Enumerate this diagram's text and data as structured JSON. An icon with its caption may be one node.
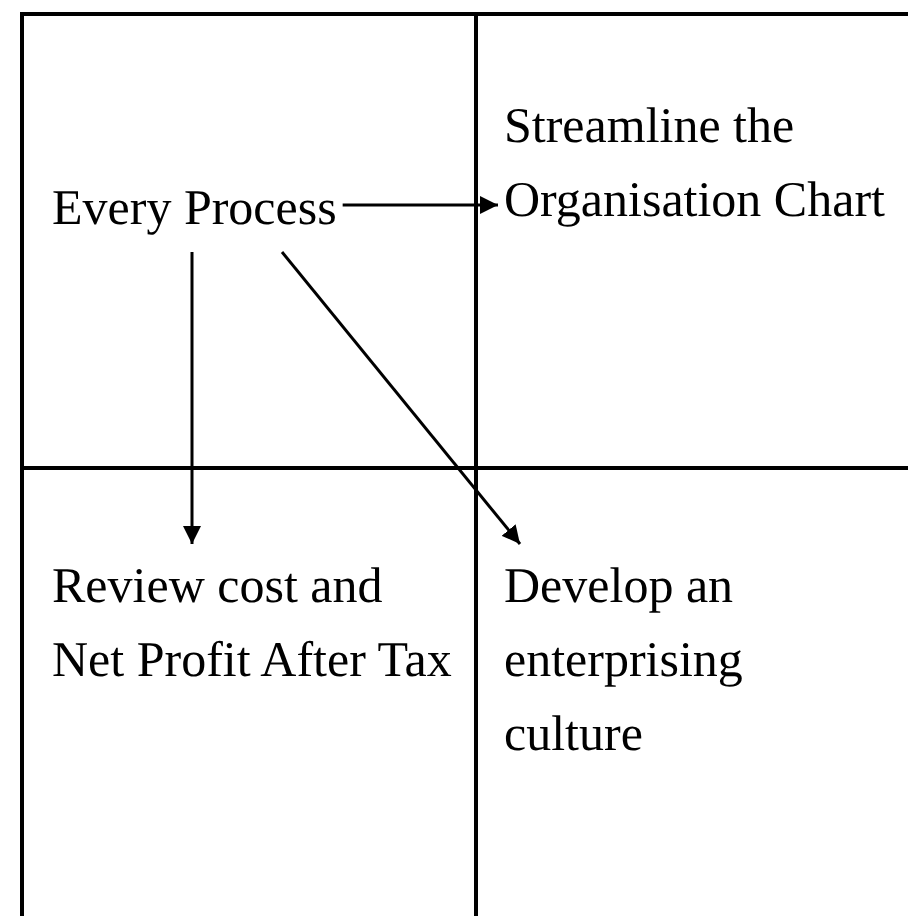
{
  "diagram": {
    "nodes": [
      {
        "text": [
          "Every Process"
        ]
      },
      {
        "text": [
          "Streamline the Organisation Chart"
        ]
      },
      {
        "text": [
          "Review cost and Net Profit After Tax"
        ]
      },
      {
        "text": [
          "Develop an enterprising culture"
        ]
      }
    ],
    "edges": [
      {
        "from": 0,
        "to": 1,
        "arrow": "to"
      },
      {
        "from": 0,
        "to": 2,
        "arrow": "to"
      },
      {
        "from": 0,
        "to": 3,
        "arrow": "to"
      }
    ]
  }
}
